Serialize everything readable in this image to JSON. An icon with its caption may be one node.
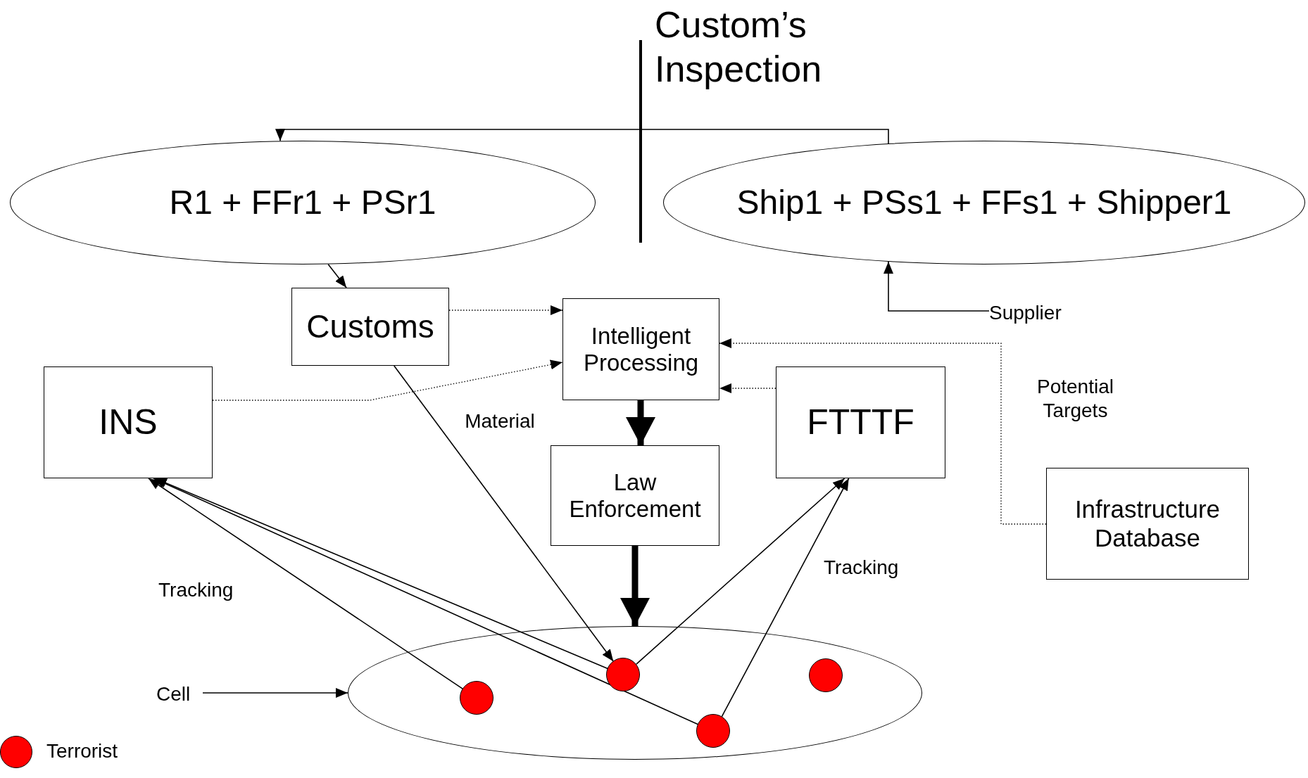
{
  "diagram": {
    "nodes": [
      {
        "text": [
          "R1 + FFr1 + PSr1"
        ]
      },
      {
        "text": [
          "Ship1 + PSs1 + FFs1 + Shipper1"
        ]
      },
      {
        "text": [
          "Customs"
        ]
      },
      {
        "text": [
          "Intelligent Processing"
        ]
      },
      {
        "text": [
          "INS"
        ]
      },
      {
        "text": [
          "FTTTF"
        ]
      },
      {
        "text": [
          "Law Enforcement"
        ]
      },
      {
        "text": [
          "Infrastructure Database"
        ]
      },
      {
        "text": [],
        "shape": "ellipse"
      },
      {
        "text": [],
        "shape": "circle",
        "in": 8
      },
      {
        "text": [],
        "shape": "circle",
        "in": 8
      },
      {
        "text": [],
        "shape": "circle",
        "in": 8
      },
      {
        "text": [],
        "shape": "circle",
        "in": 8
      },
      {
        "text": [
          "Supplier"
        ]
      },
      {
        "text": [
          "Cell"
        ]
      }
    ],
    "edges": [
      {
        "from": 1,
        "to": 0,
        "arrow": "to"
      },
      {
        "from": 0,
        "to": 2,
        "arrow": "to"
      },
      {
        "from": 2,
        "to": 3,
        "arrow": "to",
        "style": "dashed"
      },
      {
        "from": 4,
        "to": 3,
        "arrow": "to",
        "style": "dashed"
      },
      {
        "from": 7,
        "to": 3,
        "arrow": "to",
        "style": "dashed",
        "label": "Potential Targets"
      },
      {
        "from": 5,
        "to": 3,
        "arrow": "to",
        "style": "dashed"
      },
      {
        "from": 3,
        "to": 6,
        "arrow": "to",
        "style": "thick"
      },
      {
        "from": 6,
        "to": 8,
        "arrow": "to",
        "style": "thick"
      },
      {
        "from": 2,
        "to": 10,
        "arrow": "to",
        "label": "Material"
      },
      {
        "from": 9,
        "to": 4,
        "arrow": "to"
      },
      {
        "from": 10,
        "to": 4,
        "arrow": "to"
      },
      {
        "from": 11,
        "to": 4,
        "arrow": "to"
      },
      {
        "from": 10,
        "to": 5,
        "arrow": "to"
      },
      {
        "from": 11,
        "to": 5,
        "arrow": "to"
      },
      {
        "from": 13,
        "to": 1,
        "arrow": "to"
      },
      {
        "from": 14,
        "to": 8,
        "arrow": "to"
      }
    ],
    "labels": [
      "Custom’s Inspection",
      "Tracking",
      "Tracking"
    ],
    "legend": [
      {
        "text": "Terrorist",
        "color": "#ff0000"
      }
    ]
  }
}
